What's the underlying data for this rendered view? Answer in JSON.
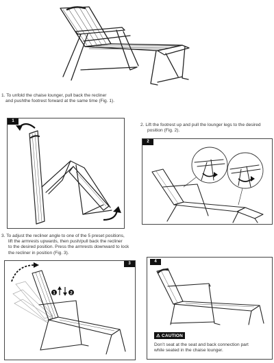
{
  "steps": [
    {
      "number": "1",
      "text_a": "1. To unfold the chaise lounger, pull back the recliner",
      "text_b": "and pushthe footrest forward at the same time (Fig. 1)."
    },
    {
      "number": "2",
      "text_a": "2.  Lift the footrest up and pull the lounger legs to the desired",
      "text_b": "position (Fig. 2)."
    },
    {
      "number": "3",
      "text_a": "3.  To adjust the recliner angle to one of the 5 preset positions,",
      "text_b": "lift the armrests upwards, then push/pull back the recliner",
      "text_c": "to the desired position. Press the armrests downward to lock",
      "text_d": "the recliner in position (Fig. 3)."
    },
    {
      "number": "4"
    }
  ],
  "markers": {
    "one": "1",
    "two": "2"
  },
  "caution": {
    "label": "CAUTION",
    "line_a": "Don’t seat at the seat and back connection part",
    "line_b": "while seated in the chaise lounger."
  }
}
